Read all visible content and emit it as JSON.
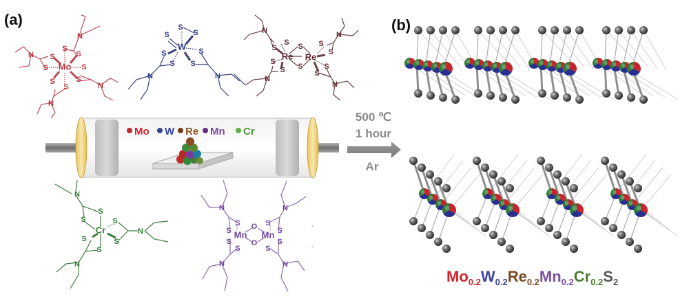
{
  "panels": {
    "a": {
      "label": "(a)"
    },
    "b": {
      "label": "(b)"
    }
  },
  "colors": {
    "Mo": "#c8242b",
    "W": "#2e3587",
    "Re": "#6b2b2f",
    "Mn": "#7b4fa0",
    "Cr": "#2f7d34",
    "S": "#555555",
    "arrow": "#8a8a8a",
    "conditions": "#8a8a8a",
    "Re_legend": "#8a5a2b"
  },
  "precursors": {
    "mo": {
      "metal": "Mo",
      "sulfur": "S",
      "nitrogen": "N"
    },
    "w": {
      "metal": "W",
      "sulfur": "S",
      "nitrogen": "N"
    },
    "re": {
      "metal": "Re",
      "sulfur": "S",
      "nitrogen": "N"
    },
    "cr": {
      "metal": "Cr",
      "sulfur": "S",
      "nitrogen": "N"
    },
    "mn": {
      "metal": "Mn",
      "sulfur": "S",
      "nitrogen": "N",
      "oxygen": "O"
    }
  },
  "furnace": {
    "legend": [
      {
        "symbol": "Mo",
        "color": "#d6262b",
        "dot": "#c0282a"
      },
      {
        "symbol": "W",
        "color": "#3a46a6",
        "dot": "#34448e"
      },
      {
        "symbol": "Re",
        "color": "#8a5a2b",
        "dot": "#6d3a1e"
      },
      {
        "symbol": "Mn",
        "color": "#7b4fa0",
        "dot": "#5e2f82"
      },
      {
        "symbol": "Cr",
        "color": "#4e9a3a",
        "dot": "#5fae46"
      }
    ]
  },
  "conditions": {
    "temperature": "500 ℃",
    "time": "1 hour",
    "atmosphere": "Ar"
  },
  "formula": {
    "parts": [
      {
        "el": "Mo",
        "sub": "0.2",
        "color": "#d0242b"
      },
      {
        "el": "W",
        "sub": "0.2",
        "color": "#3b44a0"
      },
      {
        "el": "Re",
        "sub": "0.2",
        "color": "#7a4a22"
      },
      {
        "el": "Mn",
        "sub": "0.2",
        "color": "#7b4fa0"
      },
      {
        "el": "Cr",
        "sub": "0.2",
        "color": "#4b7d2e"
      },
      {
        "el": "S",
        "sub": "2",
        "color": "#555555"
      }
    ]
  }
}
